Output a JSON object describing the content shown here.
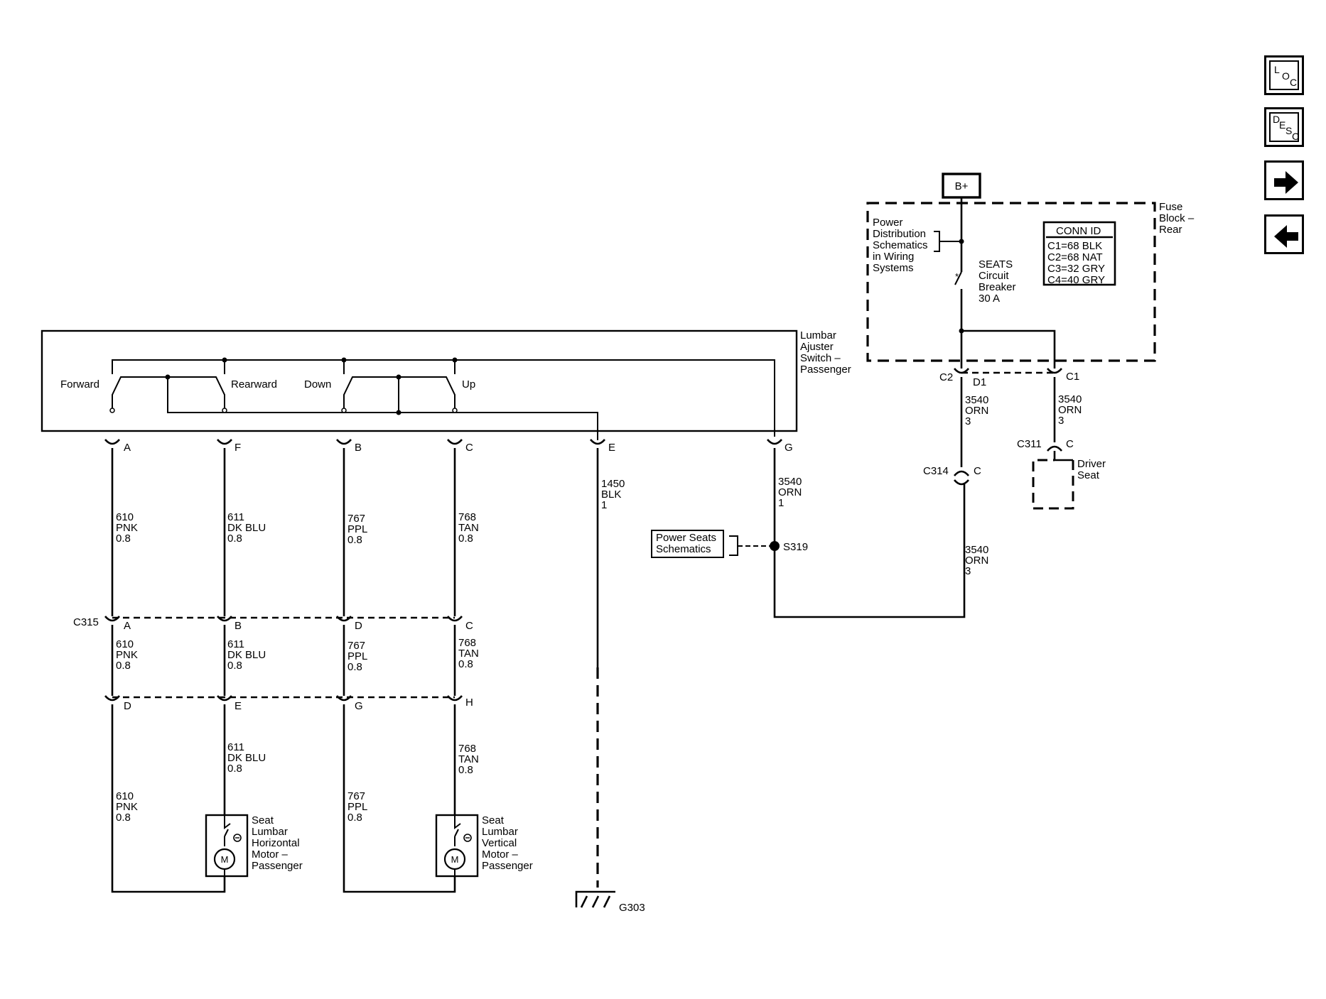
{
  "nav": {
    "loc": [
      "L",
      "O",
      "C"
    ],
    "desc": [
      "D",
      "E",
      "S",
      "C"
    ]
  },
  "switch": {
    "label": [
      "Lumbar",
      "Ajuster",
      "Switch –",
      "Passenger"
    ],
    "forward": "Forward",
    "rearward": "Rearward",
    "down": "Down",
    "up": "Up"
  },
  "pins": {
    "a": "A",
    "f": "F",
    "b": "B",
    "c": "C",
    "e": "E",
    "g": "G"
  },
  "wire610": {
    "circuit": "610",
    "color": "PNK",
    "size": "0.8"
  },
  "wire611": {
    "circuit": "611",
    "color": "DK BLU",
    "size": "0.8"
  },
  "wire767": {
    "circuit": "767",
    "color": "PPL",
    "size": "0.8"
  },
  "wire768": {
    "circuit": "768",
    "color": "TAN",
    "size": "0.8"
  },
  "wire1450": {
    "circuit": "1450",
    "color": "BLK",
    "size": "1"
  },
  "wire3540_g": {
    "circuit": "3540",
    "color": "ORN",
    "size": "1"
  },
  "wire3540_3": {
    "circuit": "3540",
    "color": "ORN",
    "size": "3"
  },
  "c315": {
    "name": "C315",
    "pins": [
      "A",
      "B",
      "D",
      "C"
    ]
  },
  "lower_conn": {
    "pins": [
      "D",
      "E",
      "G",
      "H"
    ]
  },
  "motor_h": {
    "label": [
      "Seat",
      "Lumbar",
      "Horizontal",
      "Motor –",
      "Passenger"
    ],
    "symbol": "M"
  },
  "motor_v": {
    "label": [
      "Seat",
      "Lumbar",
      "Vertical",
      "Motor –",
      "Passenger"
    ],
    "symbol": "M"
  },
  "ground": {
    "name": "G303"
  },
  "splice": {
    "name": "S319",
    "ref": [
      "Power Seats",
      "Schematics"
    ]
  },
  "fuse_block": {
    "battery": "B+",
    "label": [
      "Fuse",
      "Block –",
      "Rear"
    ],
    "pd_ref": [
      "Power",
      "Distribution",
      "Schematics",
      "in Wiring",
      "Systems"
    ],
    "breaker": [
      "SEATS",
      "Circuit",
      "Breaker",
      "30 A"
    ],
    "conn_title": "CONN ID",
    "conn_ids": [
      "C1=68 BLK",
      "C2=68 NAT",
      "C3=32 GRY",
      "C4=40 GRY"
    ],
    "c2": "C2",
    "d1": "D1",
    "c1": "C1"
  },
  "c314": {
    "name": "C314",
    "pin": "C"
  },
  "c311": {
    "name": "C311",
    "pin": "C"
  },
  "driver_seat": {
    "label": [
      "Driver",
      "Seat"
    ]
  }
}
